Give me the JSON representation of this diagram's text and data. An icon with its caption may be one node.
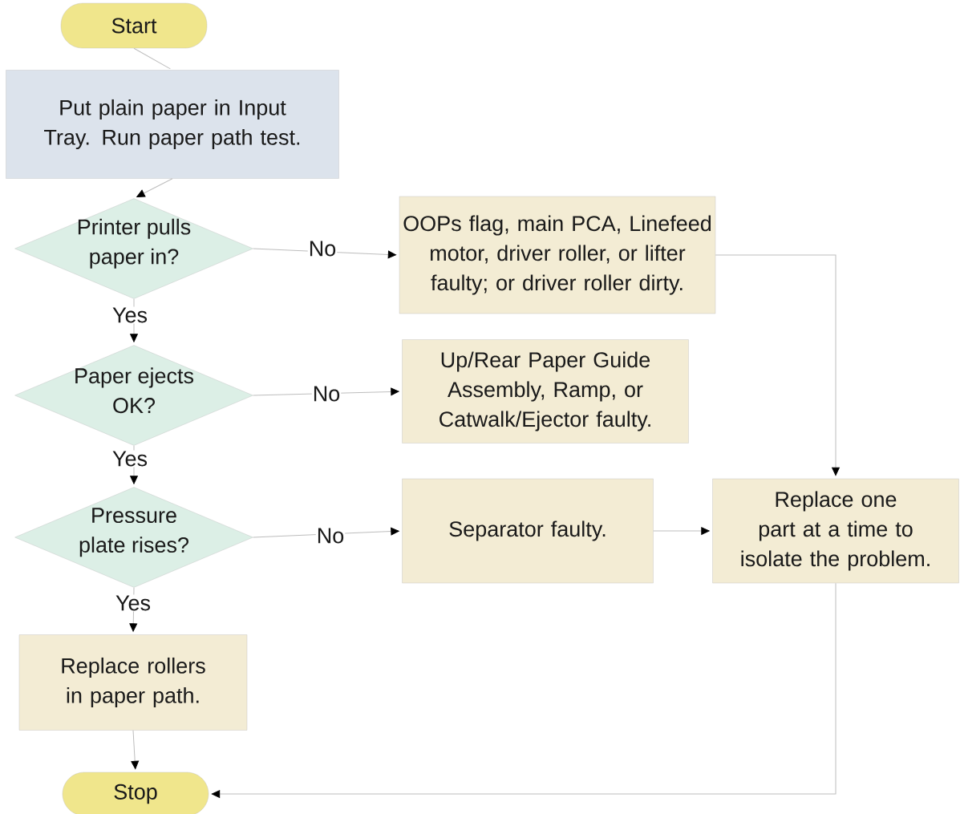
{
  "diagram": {
    "nodes": [
      {
        "text": [
          "Start"
        ]
      },
      {
        "text": [
          "Put plain paper in Input Tray. Run paper path test."
        ]
      },
      {
        "text": [
          "Printer pulls paper in?"
        ]
      },
      {
        "text": [
          "OOPs flag, main PCA, Linefeed motor, driver roller, or lifter faulty; or driver roller dirty."
        ]
      },
      {
        "text": [
          "Paper ejects OK?"
        ]
      },
      {
        "text": [
          "Up/Rear Paper Guide Assembly, Ramp, or Catwalk/Ejector faulty."
        ]
      },
      {
        "text": [
          "Pressure plate rises?"
        ]
      },
      {
        "text": [
          "Separator faulty."
        ]
      },
      {
        "text": [
          "Replace one part at a time to isolate the problem."
        ]
      },
      {
        "text": [
          "Replace rollers in paper path."
        ]
      },
      {
        "text": [
          "Stop"
        ]
      }
    ],
    "edges": [
      {
        "from": 0,
        "to": 1,
        "arrow": "none"
      },
      {
        "from": 1,
        "to": 2,
        "arrow": "to"
      },
      {
        "from": 2,
        "to": 3,
        "arrow": "to",
        "label": "No"
      },
      {
        "from": 2,
        "to": 4,
        "arrow": "to",
        "label": "Yes"
      },
      {
        "from": 4,
        "to": 5,
        "arrow": "to",
        "label": "No"
      },
      {
        "from": 4,
        "to": 6,
        "arrow": "to",
        "label": "Yes"
      },
      {
        "from": 6,
        "to": 7,
        "arrow": "to",
        "label": "No"
      },
      {
        "from": 7,
        "to": 8,
        "arrow": "to"
      },
      {
        "from": 3,
        "to": 8,
        "arrow": "to"
      },
      {
        "from": 6,
        "to": 9,
        "arrow": "to",
        "label": "Yes"
      },
      {
        "from": 9,
        "to": 10,
        "arrow": "to"
      },
      {
        "from": 8,
        "to": 10,
        "arrow": "to"
      }
    ]
  }
}
